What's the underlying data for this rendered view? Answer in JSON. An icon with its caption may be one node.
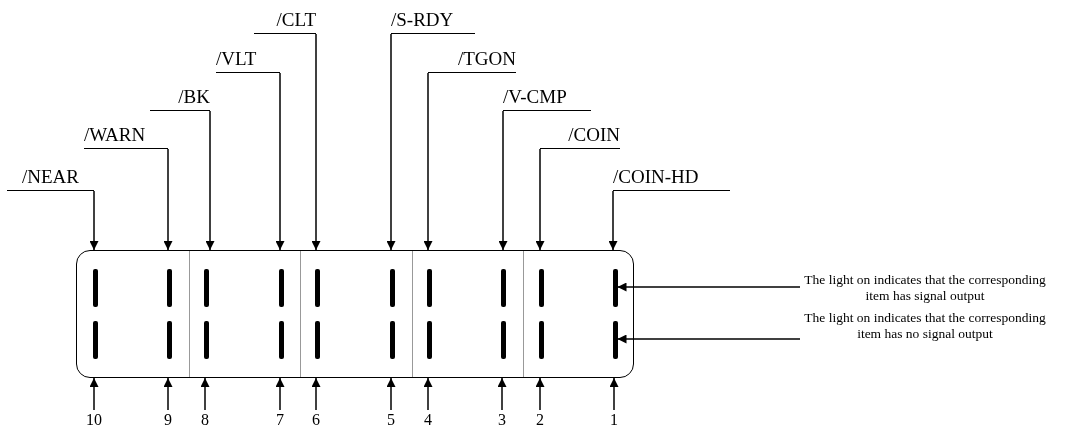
{
  "diagram": {
    "nodes": [
      {
        "text": [
          "/NEAR"
        ]
      },
      {
        "text": [
          "/WARN"
        ]
      },
      {
        "text": [
          "/BK"
        ]
      },
      {
        "text": [
          "/VLT"
        ]
      },
      {
        "text": [
          "/CLT"
        ]
      },
      {
        "text": [
          "/S-RDY"
        ]
      },
      {
        "text": [
          "/TGON"
        ]
      },
      {
        "text": [
          "/V-CMP"
        ]
      },
      {
        "text": [
          "/COIN"
        ]
      },
      {
        "text": [
          "/COIN-HD"
        ]
      },
      {
        "text": [],
        "shape": "box"
      },
      {
        "text": [],
        "shape": "bar",
        "in": 10
      },
      {
        "text": [],
        "shape": "bar",
        "in": 10
      },
      {
        "text": [],
        "shape": "bar",
        "in": 10
      },
      {
        "text": [],
        "shape": "bar",
        "in": 10
      },
      {
        "text": [],
        "shape": "bar",
        "in": 10
      },
      {
        "text": [],
        "shape": "bar",
        "in": 10
      },
      {
        "text": [],
        "shape": "bar",
        "in": 10
      },
      {
        "text": [],
        "shape": "bar",
        "in": 10
      },
      {
        "text": [],
        "shape": "bar",
        "in": 10
      },
      {
        "text": [],
        "shape": "bar",
        "in": 10
      },
      {
        "text": [],
        "shape": "bar",
        "in": 10
      },
      {
        "text": [],
        "shape": "bar",
        "in": 10
      },
      {
        "text": [],
        "shape": "bar",
        "in": 10
      },
      {
        "text": [],
        "shape": "bar",
        "in": 10
      },
      {
        "text": [],
        "shape": "bar",
        "in": 10
      },
      {
        "text": [],
        "shape": "bar",
        "in": 10
      },
      {
        "text": [],
        "shape": "bar",
        "in": 10
      },
      {
        "text": [],
        "shape": "bar",
        "in": 10
      },
      {
        "text": [],
        "shape": "bar",
        "in": 10
      },
      {
        "text": [],
        "shape": "bar",
        "in": 10
      },
      {
        "text": [
          "10"
        ]
      },
      {
        "text": [
          "9"
        ]
      },
      {
        "text": [
          "8"
        ]
      },
      {
        "text": [
          "7"
        ]
      },
      {
        "text": [
          "6"
        ]
      },
      {
        "text": [
          "5"
        ]
      },
      {
        "text": [
          "4"
        ]
      },
      {
        "text": [
          "3"
        ]
      },
      {
        "text": [
          "2"
        ]
      },
      {
        "text": [
          "1"
        ]
      },
      {
        "text": [
          "The light on indicates that the corresponding item has signal output"
        ]
      },
      {
        "text": [
          "The light on indicates that the corresponding item has no signal output"
        ]
      }
    ],
    "edges": [
      {
        "from": 0,
        "to": 10,
        "arrow": "to"
      },
      {
        "from": 1,
        "to": 10,
        "arrow": "to"
      },
      {
        "from": 2,
        "to": 10,
        "arrow": "to"
      },
      {
        "from": 3,
        "to": 10,
        "arrow": "to"
      },
      {
        "from": 4,
        "to": 10,
        "arrow": "to"
      },
      {
        "from": 5,
        "to": 10,
        "arrow": "to"
      },
      {
        "from": 6,
        "to": 10,
        "arrow": "to"
      },
      {
        "from": 7,
        "to": 10,
        "arrow": "to"
      },
      {
        "from": 8,
        "to": 10,
        "arrow": "to"
      },
      {
        "from": 9,
        "to": 10,
        "arrow": "to"
      },
      {
        "from": 31,
        "to": 10,
        "arrow": "to"
      },
      {
        "from": 32,
        "to": 10,
        "arrow": "to"
      },
      {
        "from": 33,
        "to": 10,
        "arrow": "to"
      },
      {
        "from": 34,
        "to": 10,
        "arrow": "to"
      },
      {
        "from": 35,
        "to": 10,
        "arrow": "to"
      },
      {
        "from": 36,
        "to": 10,
        "arrow": "to"
      },
      {
        "from": 37,
        "to": 10,
        "arrow": "to"
      },
      {
        "from": 38,
        "to": 10,
        "arrow": "to"
      },
      {
        "from": 39,
        "to": 10,
        "arrow": "to"
      },
      {
        "from": 40,
        "to": 10,
        "arrow": "to"
      },
      {
        "from": 41,
        "to": 20,
        "arrow": "to"
      },
      {
        "from": 42,
        "to": 30,
        "arrow": "to"
      }
    ]
  }
}
